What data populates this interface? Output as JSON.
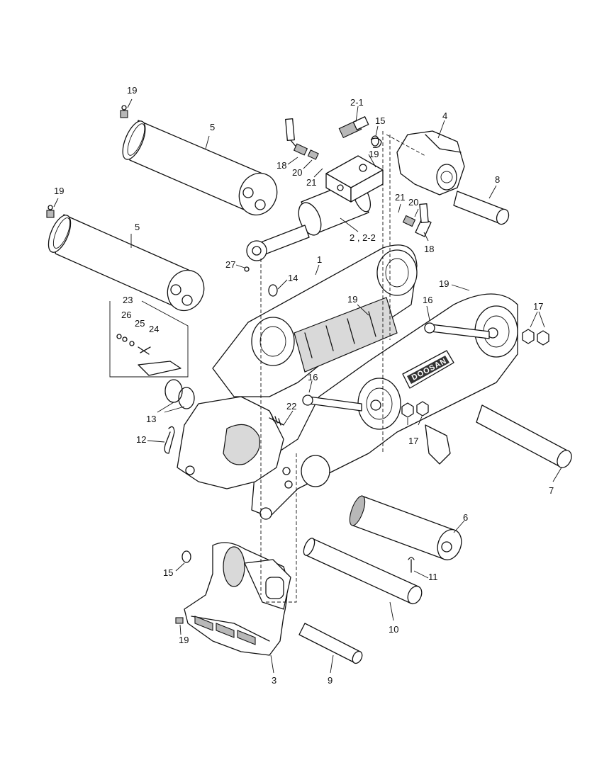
{
  "diagram": {
    "brand_plate_text": "DOOSAN",
    "callouts": [
      {
        "id": "c-19a",
        "label": "19"
      },
      {
        "id": "c-5a",
        "label": "5"
      },
      {
        "id": "c-19b",
        "label": "19"
      },
      {
        "id": "c-5b",
        "label": "5"
      },
      {
        "id": "c-2-1",
        "label": "2-1"
      },
      {
        "id": "c-15a",
        "label": "15"
      },
      {
        "id": "c-4",
        "label": "4"
      },
      {
        "id": "c-18a",
        "label": "18"
      },
      {
        "id": "c-20a",
        "label": "20"
      },
      {
        "id": "c-19c",
        "label": "19"
      },
      {
        "id": "c-21a",
        "label": "21"
      },
      {
        "id": "c-8",
        "label": "8"
      },
      {
        "id": "c-21b",
        "label": "21"
      },
      {
        "id": "c-20b",
        "label": "20"
      },
      {
        "id": "c-2-2-2",
        "label": "2 , 2-2"
      },
      {
        "id": "c-18b",
        "label": "18"
      },
      {
        "id": "c-27",
        "label": "27"
      },
      {
        "id": "c-1",
        "label": "1"
      },
      {
        "id": "c-14",
        "label": "14"
      },
      {
        "id": "c-19d",
        "label": "19"
      },
      {
        "id": "c-16a",
        "label": "16"
      },
      {
        "id": "c-17a",
        "label": "17"
      },
      {
        "id": "c-19e",
        "label": "19"
      },
      {
        "id": "c-23",
        "label": "23"
      },
      {
        "id": "c-26",
        "label": "26"
      },
      {
        "id": "c-25",
        "label": "25"
      },
      {
        "id": "c-24",
        "label": "24"
      },
      {
        "id": "c-16b",
        "label": "16"
      },
      {
        "id": "c-22",
        "label": "22"
      },
      {
        "id": "c-13",
        "label": "13"
      },
      {
        "id": "c-17b",
        "label": "17"
      },
      {
        "id": "c-12",
        "label": "12"
      },
      {
        "id": "c-7",
        "label": "7"
      },
      {
        "id": "c-6",
        "label": "6"
      },
      {
        "id": "c-15b",
        "label": "15"
      },
      {
        "id": "c-11",
        "label": "11"
      },
      {
        "id": "c-19f",
        "label": "19"
      },
      {
        "id": "c-10",
        "label": "10"
      },
      {
        "id": "c-3",
        "label": "3"
      },
      {
        "id": "c-9",
        "label": "9"
      }
    ]
  }
}
